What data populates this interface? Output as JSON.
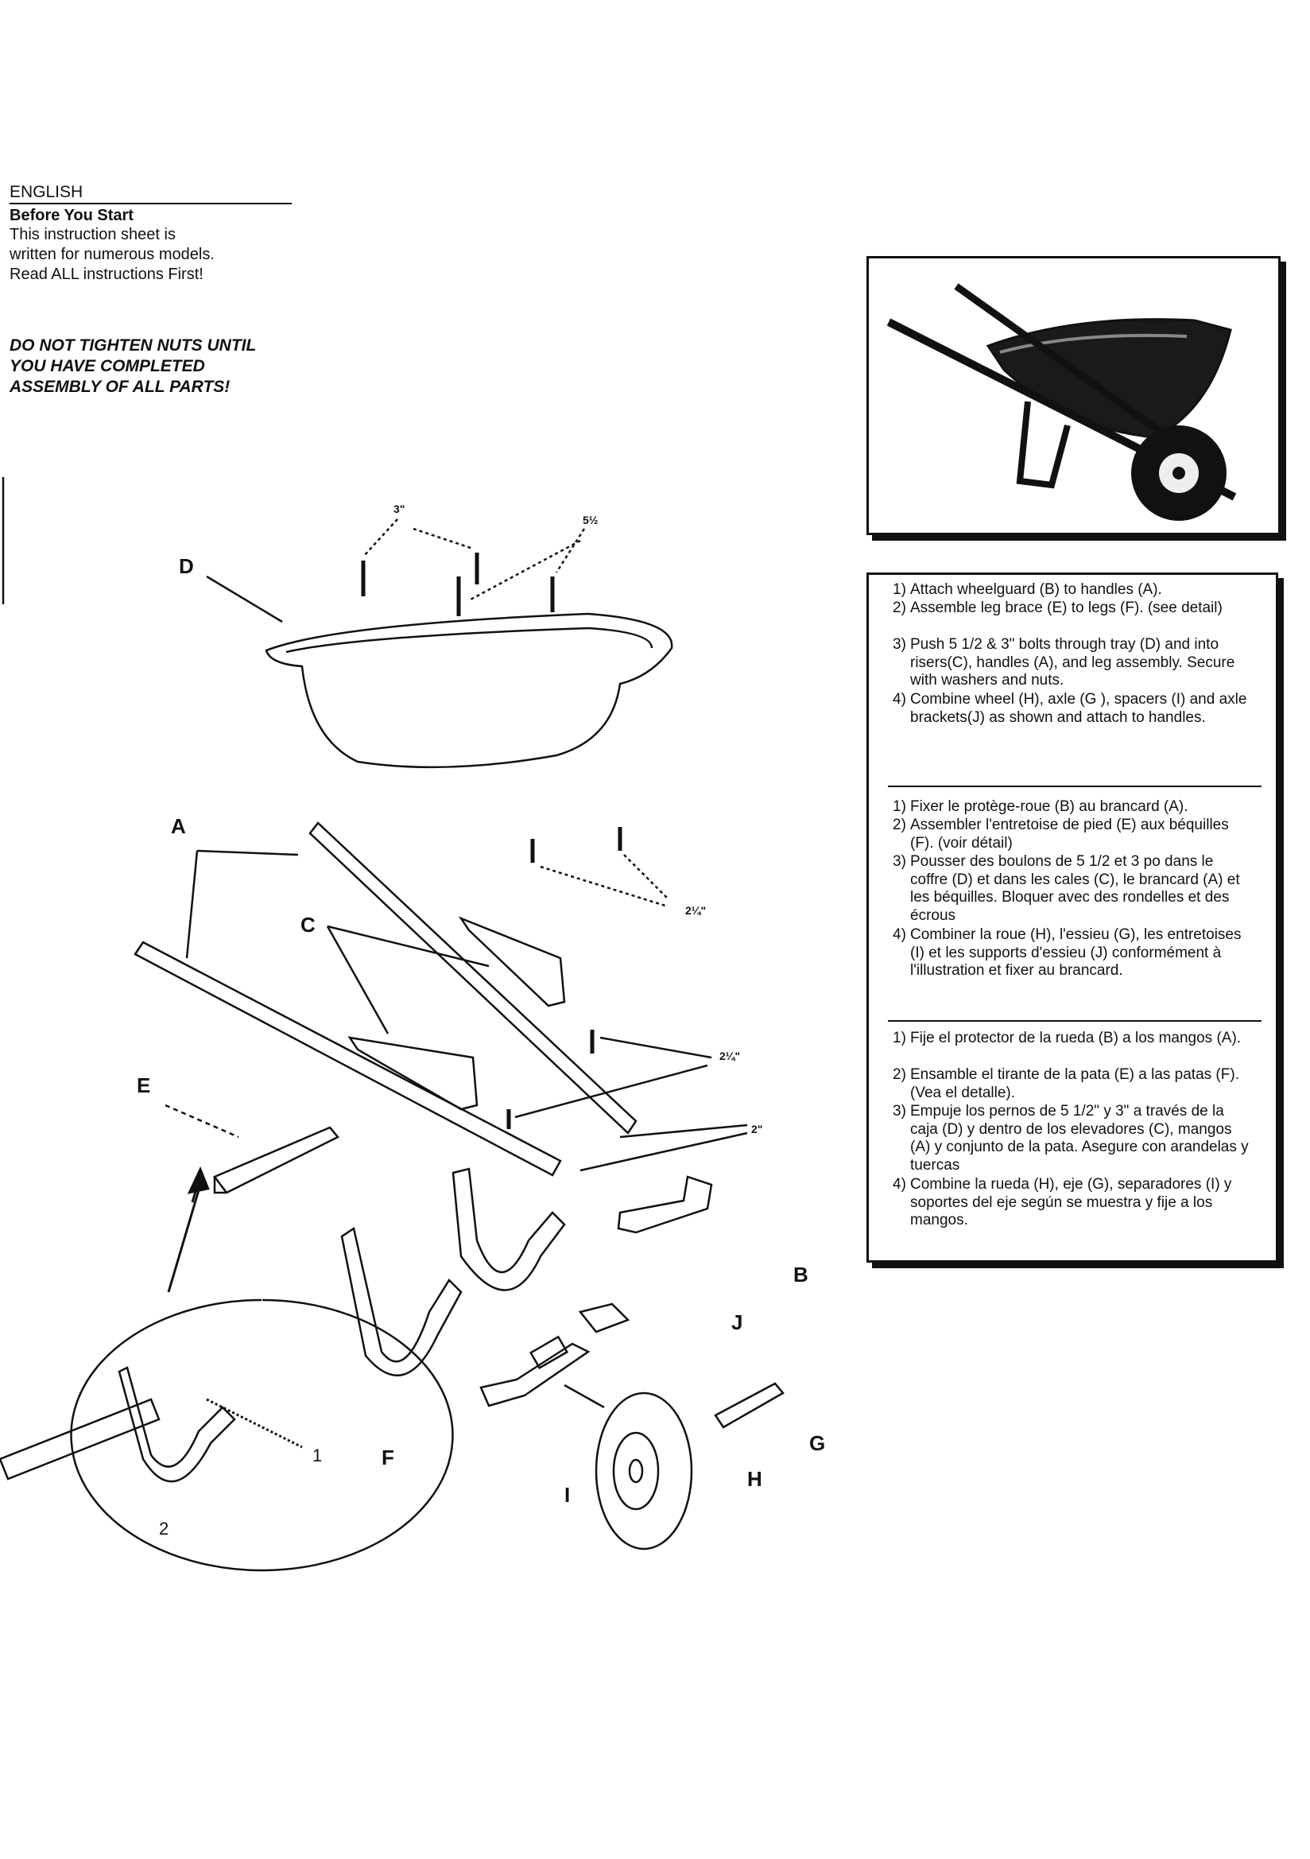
{
  "intro": {
    "language": "ENGLISH",
    "heading": "Before You Start",
    "lines": [
      "This instruction sheet is",
      "written for numerous models.",
      "Read ALL instructions First!"
    ]
  },
  "warning": [
    "DO NOT TIGHTEN NUTS UNTIL",
    "YOU HAVE COMPLETED",
    "ASSEMBLY OF ALL PARTS!"
  ],
  "instructions": {
    "english": [
      {
        "num": "1)",
        "text": "Attach wheelguard (B) to handles (A)."
      },
      {
        "num": "2)",
        "text": "Assemble leg brace (E) to legs (F). (see detail)"
      },
      {
        "num": "3)",
        "text": "Push 5 1/2 & 3\" bolts through tray (D) and into risers(C), handles (A), and leg assembly. Secure with washers and nuts."
      },
      {
        "num": "4)",
        "text": "Combine wheel (H), axle (G ), spacers (I) and axle brackets(J) as shown and attach to handles."
      }
    ],
    "french": [
      {
        "num": "1)",
        "text": "Fixer le protège-roue (B) au brancard (A)."
      },
      {
        "num": "2)",
        "text": "Assembler l'entretoise de pied (E) aux béquilles (F). (voir détail)"
      },
      {
        "num": "3)",
        "text": "Pousser des boulons de 5 1/2 et 3 po dans le coffre (D) et dans les cales (C), le brancard (A) et les béquilles. Bloquer avec des rondelles et des écrous"
      },
      {
        "num": "4)",
        "text": "Combiner la roue (H), l'essieu (G), les entretoises (I) et les supports d'essieu (J) conformément à l'illustration et fixer au brancard."
      }
    ],
    "spanish": [
      {
        "num": "1)",
        "text": "Fije el protector de la rueda (B) a los mangos (A)."
      },
      {
        "num": "2)",
        "text": "Ensamble el tirante de la pata (E) a las patas (F). (Vea el detalle)."
      },
      {
        "num": "3)",
        "text": "Empuje los pernos de 5 1/2\" y 3\" a través de la caja (D) y dentro de los elevadores (C), mangos (A) y conjunto de la pata. Asegure con arandelas y tuercas"
      },
      {
        "num": "4)",
        "text": "Combine la rueda (H), eje (G), separadores (I) y soportes del eje según se muestra y fije a los mangos."
      }
    ]
  },
  "diagram": {
    "part_labels": {
      "A": "A",
      "B": "B",
      "C": "C",
      "D": "D",
      "E": "E",
      "F": "F",
      "G": "G",
      "H": "H",
      "I": "I",
      "J": "J"
    },
    "dims": {
      "d3": "3\"",
      "d5": "5½",
      "d2q1": "2¼\"",
      "d2q2": "2¼\"",
      "d2": "2\""
    },
    "detail_numbers": {
      "one": "1",
      "two": "2"
    }
  },
  "colors": {
    "ink": "#111111",
    "paper": "#ffffff",
    "photo_fill": "#1a1a1a"
  }
}
